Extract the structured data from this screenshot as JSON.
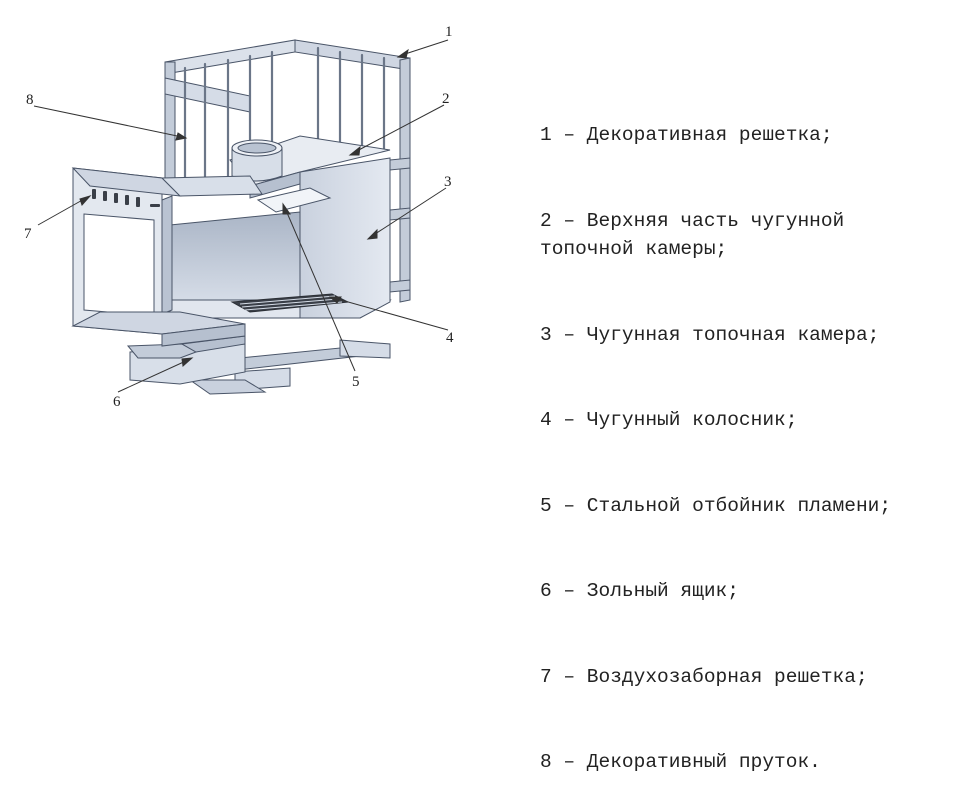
{
  "diagram": {
    "callout_numbers": [
      "1",
      "2",
      "3",
      "4",
      "5",
      "6",
      "7",
      "8"
    ]
  },
  "legend": {
    "items": [
      "1 – Декоративная решетка;",
      "2 – Верхняя часть чугунной\nтопочной камеры;",
      "3 – Чугунная топочная камера;",
      "4 – Чугунный колосник;",
      "5 – Стальной отбойник пламени;",
      "6 – Зольный ящик;",
      "7 – Воздухозаборная решетка;",
      "8 – Декоративный пруток."
    ]
  },
  "colors": {
    "metal_light": "#dde3ec",
    "metal_mid": "#c3ccd9",
    "metal_dark": "#9aa6b8",
    "outline": "#4a5568",
    "bar": "#6b7688",
    "grate": "#2b2f36"
  }
}
